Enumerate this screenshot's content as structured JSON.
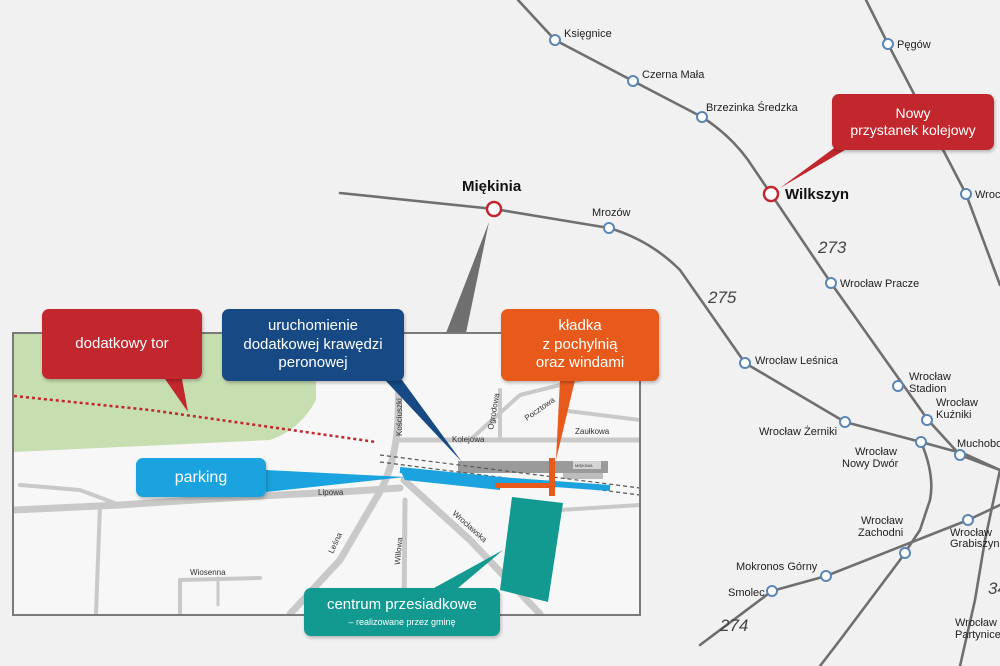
{
  "stations": {
    "ksiegnice": "Księgnice",
    "czerna_mala": "Czerna Mała",
    "brzezinka": "Brzezinka Średzka",
    "pegow": "Pęgów",
    "miekinia": "Miękinia",
    "mrozow": "Mrozów",
    "wilkszyn": "Wilkszyn",
    "wroclaw_pracze": "Wrocław Pracze",
    "wroclaw_lesnica": "Wrocław Leśnica",
    "wroclaw_stadion": [
      "Wrocław",
      "Stadion"
    ],
    "wroclaw_kuzniki": [
      "Wrocław",
      "Kuźniki"
    ],
    "muchobor": "Muchobo",
    "wroclaw_zerniki": "Wrocław Żerniki",
    "wroclaw_nowy_dwor": [
      "Wrocław",
      "Nowy Dwór"
    ],
    "wroclaw_zachodni": [
      "Wrocław",
      "Zachodni"
    ],
    "wroclaw_grabiszyn": [
      "Wrocław",
      "Grabiszyn"
    ],
    "mokronos": "Mokronos Górny",
    "smolec": "Smolec",
    "wroclaw_partynice": [
      "Wrocław",
      "Partynice"
    ],
    "wroc_edge": "Wroc"
  },
  "line_numbers": {
    "l273": "273",
    "l275": "275",
    "l274": "274",
    "l34": "34"
  },
  "streets": {
    "kosciuszki": "Kościuszki",
    "ogrodowa": "Ogrodowa",
    "pocztowa": "Pocztowa",
    "kolejowa": "Kolejowa",
    "zaulkowa": "Zaułkowa",
    "lipowa": "Lipowa",
    "lesna": "Leśna",
    "willowa": "Willowa",
    "wroclawska": "Wrocławska",
    "wiosenna": "Wiosenna"
  },
  "station_building_label": "MIĘKINIA",
  "callouts": {
    "nowy": [
      "Nowy",
      "przystanek kolejowy"
    ],
    "tor": "dodatkowy tor",
    "krawedz": [
      "uruchomienie",
      "dodatkowej krawędzi",
      "peronowej"
    ],
    "kladka": [
      "kładka",
      "z pochylnią",
      "oraz windami"
    ],
    "parking": "parking",
    "centrum": {
      "title": "centrum przesiadkowe",
      "subtitle": "– realizowane przez gminę"
    }
  },
  "colors": {
    "background": "#f1f1f1",
    "rail_line": "#6f6f6f",
    "red": "#c1272d",
    "navy": "#174a84",
    "orange": "#e85a1c",
    "cyan": "#1aa3df",
    "teal": "#129a91",
    "green_area": "#c7deb0",
    "station_ring": "#5a86b5"
  }
}
